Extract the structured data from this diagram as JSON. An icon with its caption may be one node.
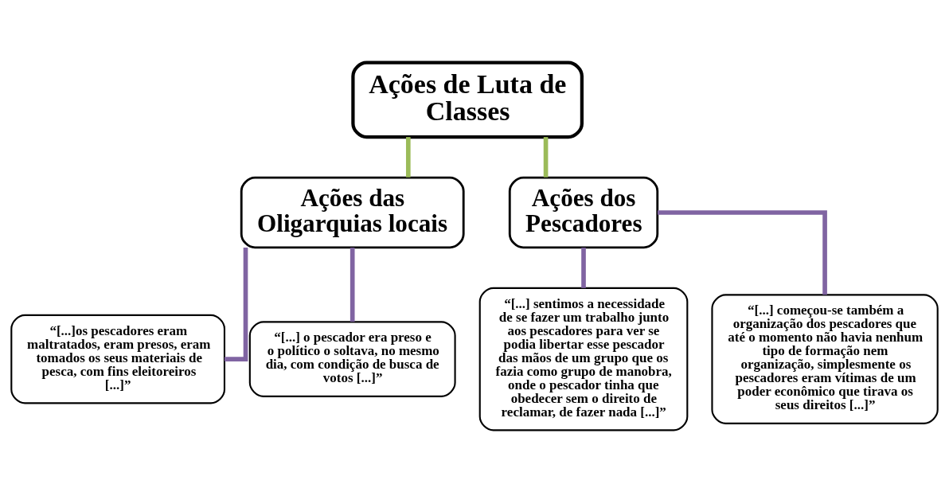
{
  "diagram": {
    "nodes": [
      {
        "text": [
          "Ações de Luta de Classes"
        ]
      },
      {
        "text": [
          "Ações das Oligarquias locais"
        ]
      },
      {
        "text": [
          "Ações dos Pescadores"
        ]
      },
      {
        "text": [
          "“[...]os pescadores eram maltratados, eram presos, eram tomados os seus materiais de pesca, com fins eleitoreiros [...]”"
        ]
      },
      {
        "text": [
          "“[...] o pescador era preso e o político o soltava, no mesmo dia, com condição de busca de votos [...]”"
        ]
      },
      {
        "text": [
          "“[...] sentimos a necessidade de se fazer um trabalho junto aos pescadores para ver se podia libertar esse pescador das mãos de um grupo que os fazia como grupo de manobra, onde o pescador tinha que obedecer sem o direito de reclamar, de fazer nada [...]”"
        ]
      },
      {
        "text": [
          "“[...] começou-se também a organização dos pescadores que até o momento não havia nenhum tipo de formação nem organização, simplesmente os pescadores eram vítimas de um poder econômico que tirava os seus direitos [...]”"
        ]
      }
    ],
    "edges": [
      {
        "from": 0,
        "to": 1,
        "arrow": "none",
        "color": "#9bbb59"
      },
      {
        "from": 0,
        "to": 2,
        "arrow": "none",
        "color": "#9bbb59"
      },
      {
        "from": 1,
        "to": 3,
        "arrow": "none",
        "color": "#8064a2"
      },
      {
        "from": 1,
        "to": 4,
        "arrow": "none",
        "color": "#8064a2"
      },
      {
        "from": 2,
        "to": 5,
        "arrow": "none",
        "color": "#8064a2"
      },
      {
        "from": 2,
        "to": 6,
        "arrow": "none",
        "color": "#8064a2"
      }
    ]
  }
}
